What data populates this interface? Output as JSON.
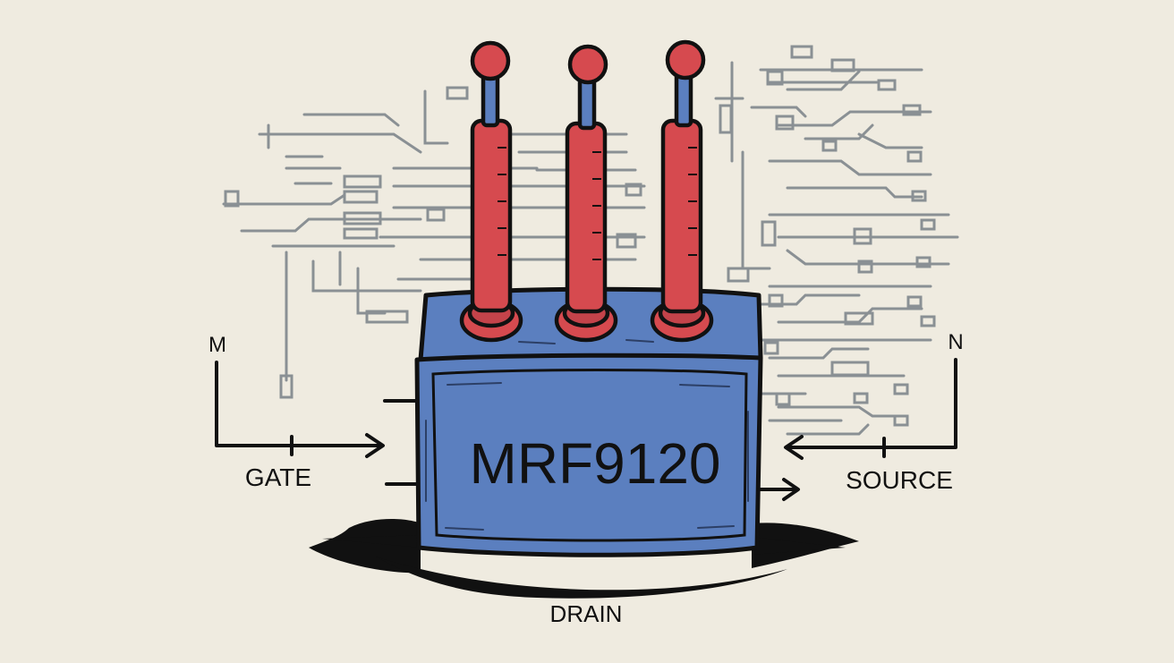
{
  "colors": {
    "background": "#efebe0",
    "body_fill": "#5b7fbf",
    "body_fill_dark": "#4a6aa8",
    "pin_red": "#d64a4f",
    "pin_red_dark": "#b83a40",
    "tip_blue": "#5b7fbf",
    "circuit_gray": "#8a9094",
    "ink": "#111111"
  },
  "device": {
    "label": "MRF9120"
  },
  "terminals": {
    "gate": "GATE",
    "source": "SOURCE",
    "drain": "DRAIN",
    "left_marker": "M",
    "right_marker": "N"
  },
  "icons": [
    "circuit-traces",
    "pin",
    "arrow-right",
    "arrow-left"
  ]
}
